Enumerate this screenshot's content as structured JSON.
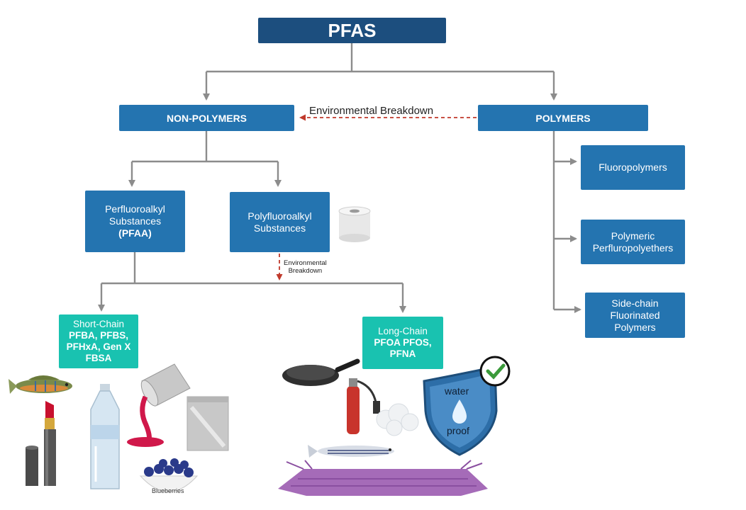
{
  "root": {
    "title": "PFAS"
  },
  "non_polymers": {
    "title": "NON-POLYMERS"
  },
  "polymers": {
    "title": "POLYMERS"
  },
  "edge_labels": {
    "top_breakdown": "Environmental Breakdown",
    "mid_breakdown_1": "Environmental",
    "mid_breakdown_2": "Breakdown"
  },
  "pfaa": {
    "line1": "Perfluoroalkyl",
    "line2": "Substances",
    "line3": "(PFAA)"
  },
  "polyfluoroalkyl": {
    "line1": "Polyfluoroalkyl",
    "line2": "Substances"
  },
  "short_chain": {
    "line1": "Short-Chain",
    "line2": "PFBA, PFBS,",
    "line3": "PFHxA, Gen X",
    "line4": "FBSA"
  },
  "long_chain": {
    "line1": "Long-Chain",
    "line2": "PFOA PFOS,",
    "line3": "PFNA"
  },
  "polymer_types": {
    "fluoropolymers": "Fluoropolymers",
    "perfluoropolyethers_1": "Polymeric",
    "perfluoropolyethers_2": "Perfluropolyethers",
    "side_chain_1": "Side-chain",
    "side_chain_2": "Fluorinated",
    "side_chain_3": "Polymers"
  },
  "product_labels": {
    "blueberries": "Blueberries",
    "water": "water",
    "proof": "proof"
  },
  "icons": [
    "toilet-paper-icon",
    "fish-icon",
    "lipstick-icon",
    "water-bottle-icon",
    "paint-can-icon",
    "foil-pouch-icon",
    "blueberries-bowl-icon",
    "frying-pan-icon",
    "fire-extinguisher-icon",
    "foam-icon",
    "zebrafish-icon",
    "carpet-icon",
    "waterproof-shield-icon",
    "check-badge-icon"
  ],
  "colors": {
    "root": "#1c4e7e",
    "category": "#2474b0",
    "chain": "#19c2b0",
    "arrow": "#8c8c8c",
    "breakdown_arrow": "#c0392b"
  }
}
